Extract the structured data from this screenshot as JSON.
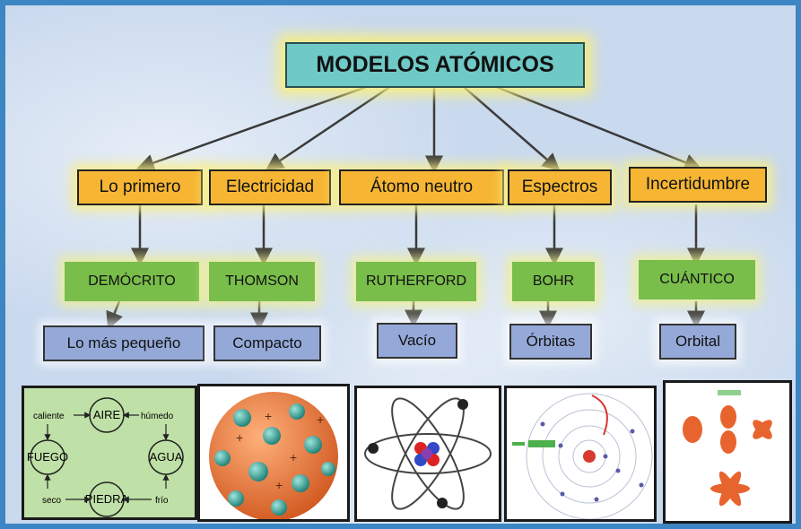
{
  "title": "MODELOS ATÓMICOS",
  "categories": [
    "Lo primero",
    "Electricidad",
    "Átomo neutro",
    "Espectros",
    "Incertidumbre"
  ],
  "models": [
    "DEMÓCRITO",
    "THOMSON",
    "RUTHERFORD",
    "BOHR",
    "CUÁNTICO"
  ],
  "descriptions": [
    "Lo más pequeño",
    "Compacto",
    "Vacío",
    "Órbitas",
    "Orbital"
  ],
  "elements_panel": {
    "aire": "AIRE",
    "agua": "AGUA",
    "fuego": "FUEGO",
    "piedra": "PIEDRA",
    "caliente": "caliente",
    "humedo": "húmedo",
    "seco": "seco",
    "frio": "frío"
  },
  "colors": {
    "border": "#3d86c4",
    "title_bg": "#6fc9c6",
    "category_bg": "#f6b634",
    "model_bg": "#79bd4b",
    "description_bg": "#95a9d8",
    "connector": "#3a3a3a"
  }
}
